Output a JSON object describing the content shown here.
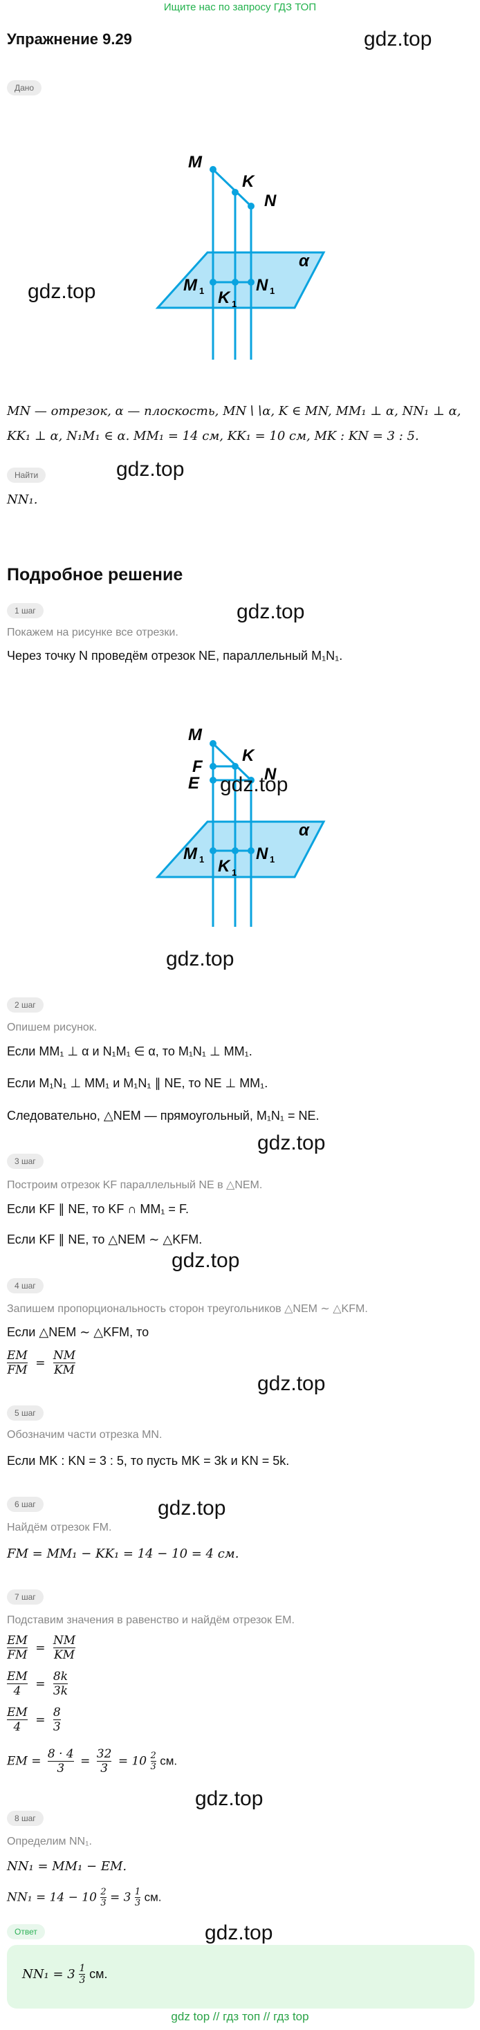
{
  "banner": {
    "text": "Ищите нас по запросу ГДЗ ТОП"
  },
  "title": "Упражнение 9.29",
  "watermark": "gdz.top",
  "given": {
    "tag": "Дано",
    "line1": "MN — отрезок, α — плоскость, MN∖∖α, K ∈ MN, MM₁ ⊥ α, NN₁ ⊥ α,",
    "line2": "KK₁ ⊥ α, N₁M₁ ∈ α. MM₁ = 14 см, KK₁ = 10 см, MK : KN = 3 : 5."
  },
  "find": {
    "tag": "Найти",
    "value": "NN₁."
  },
  "solution_heading": "Подробное решение",
  "figure1": {
    "labels": [
      "M",
      "K",
      "N",
      "M",
      "1",
      "K",
      "1",
      "N",
      "1",
      "α"
    ]
  },
  "figure2": {
    "labels": [
      "M",
      "K",
      "N",
      "F",
      "E",
      "M",
      "1",
      "K",
      "1",
      "N",
      "1",
      "α"
    ]
  },
  "steps": [
    {
      "tag": "1 шаг",
      "intro": "Покажем на рисунке все отрезки.",
      "lines": [
        "Через точку N проведём отрезок NE, параллельный M₁N₁."
      ]
    },
    {
      "tag": "2 шаг",
      "intro": "Опишем рисунок.",
      "lines": [
        "Если MM₁ ⊥ α и N₁M₁ ∈ α, то M₁N₁ ⊥ MM₁.",
        "Если M₁N₁ ⊥ MM₁ и M₁N₁ ∥ NE, то NE ⊥ MM₁.",
        "Следовательно, △NEM — прямоугольный, M₁N₁ = NE."
      ]
    },
    {
      "tag": "3 шаг",
      "intro": "Построим отрезок KF параллельный NE в △NEM.",
      "lines": [
        "Если KF ∥ NE, то KF ∩ MM₁ = F.",
        "Если KF ∥ NE, то △NEM ∼ △KFM."
      ]
    },
    {
      "tag": "4 шаг",
      "intro": "Запишем пропорциональность сторон треугольников △NEM ∼ △KFM.",
      "lines": [
        "Если △NEM ∼ △KFM, то"
      ],
      "frac": {
        "l_num": "EM",
        "l_den": "FM",
        "r_num": "NM",
        "r_den": "KM"
      }
    },
    {
      "tag": "5 шаг",
      "intro": "Обозначим части отрезка MN.",
      "lines": [
        "Если MK : KN = 3 : 5, то пусть MK = 3k и KN = 5k."
      ]
    },
    {
      "tag": "6 шаг",
      "intro": "Найдём отрезок FM.",
      "lines": [
        "FM = MM₁ − KK₁ = 14 − 10 = 4 см."
      ]
    },
    {
      "tag": "7 шаг",
      "intro": "Подставим значения в равенство и найдём отрезок EM.",
      "f1": {
        "a": "EM",
        "b": "FM",
        "c": "NM",
        "d": "KM"
      },
      "f2": {
        "a": "EM",
        "b": "4",
        "c": "8k",
        "d": "3k"
      },
      "f3": {
        "a": "EM",
        "b": "4",
        "c": "8",
        "d": "3"
      },
      "em": {
        "pre": "EM =",
        "n1": "8 · 4",
        "d1": "3",
        "eq": "=",
        "n2": "32",
        "d2": "3",
        "eq2": "= 10",
        "n3": "2",
        "d3": "3",
        "unit": "см."
      }
    },
    {
      "tag": "8 шаг",
      "intro": "Определим NN₁.",
      "lines": [
        "NN₁ = MM₁ − EM."
      ],
      "calc": {
        "pre": "NN₁ = 14 − 10",
        "n1": "2",
        "d1": "3",
        "mid": "= 3",
        "n2": "1",
        "d2": "3",
        "unit": "см."
      }
    }
  ],
  "answer": {
    "tag": "Ответ",
    "pre": "NN₁ = 3",
    "n": "1",
    "d": "3",
    "unit": "см."
  },
  "footer": "gdz top  //  гдз топ  //  гдз top"
}
